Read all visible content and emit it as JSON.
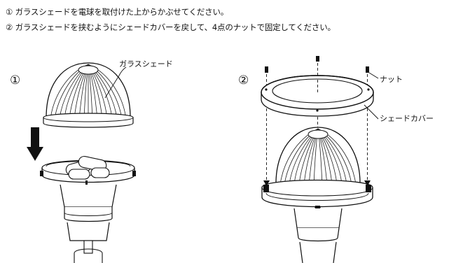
{
  "instructions": [
    "① ガラスシェードを電球を取付けた上からかぶせてください。",
    "② ガラスシェードを挟むようにシェードカバーを戻して、4点のナットで固定してください。"
  ],
  "figure1": {
    "step_number": "①",
    "callout_glass_shade": "ガラスシェード"
  },
  "figure2": {
    "step_number": "②",
    "callout_nut": "ナット",
    "callout_shade_cover": "シェードカバー"
  }
}
